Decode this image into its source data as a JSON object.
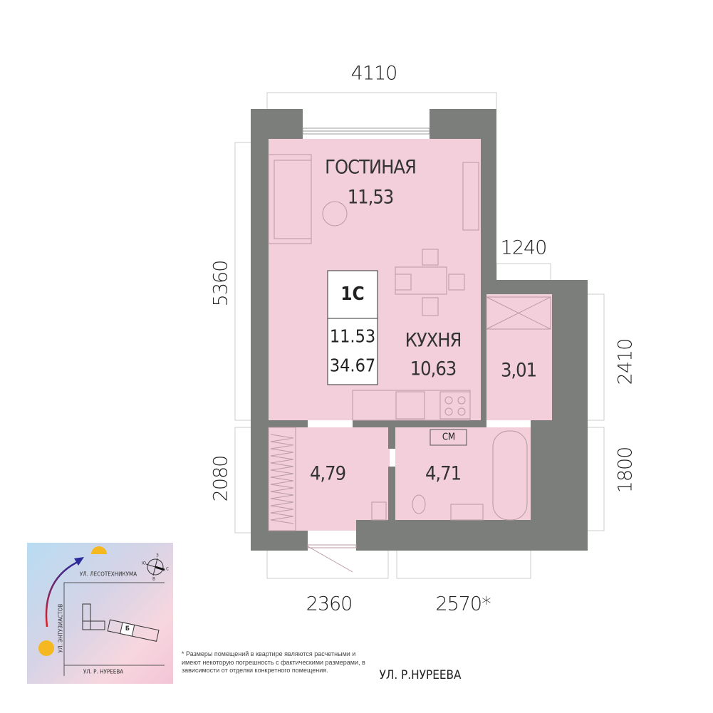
{
  "dimensions": {
    "top": "4110",
    "left_upper": "5360",
    "left_lower": "2080",
    "right_mid": "1240",
    "right_upper": "2410",
    "right_lower": "1800",
    "bottom_left": "2360",
    "bottom_right": "2570*"
  },
  "rooms": {
    "living": {
      "name": "ГОСТИНАЯ",
      "area": "11,53"
    },
    "kitchen": {
      "name": "КУХНЯ",
      "area": "10,63"
    },
    "storage": {
      "area": "3,01"
    },
    "hall": {
      "area": "4,79"
    },
    "bathroom": {
      "area": "4,71"
    },
    "washer_label": "СМ"
  },
  "apartment_badge": {
    "type": "1С",
    "living_area": "11.53",
    "total_area": "34.67"
  },
  "street_bottom": "УЛ. Р.НУРЕЕВА",
  "footnote": "* Размеры помещений в квартире являются расчетными и имеют некоторую погрешность с фактическими размерами, в зависимости от отделки конкретного помещения.",
  "site_map": {
    "street_north": "УЛ. ЛЕСОТЕХНИКУМА",
    "street_west": "УЛ. ЭНТУЗИАСТОВ",
    "street_south": "УЛ. Р. НУРЕЕВА",
    "building": "Б",
    "compass": {
      "n": "З",
      "s": "В",
      "e": "С",
      "w": "Ю"
    }
  }
}
